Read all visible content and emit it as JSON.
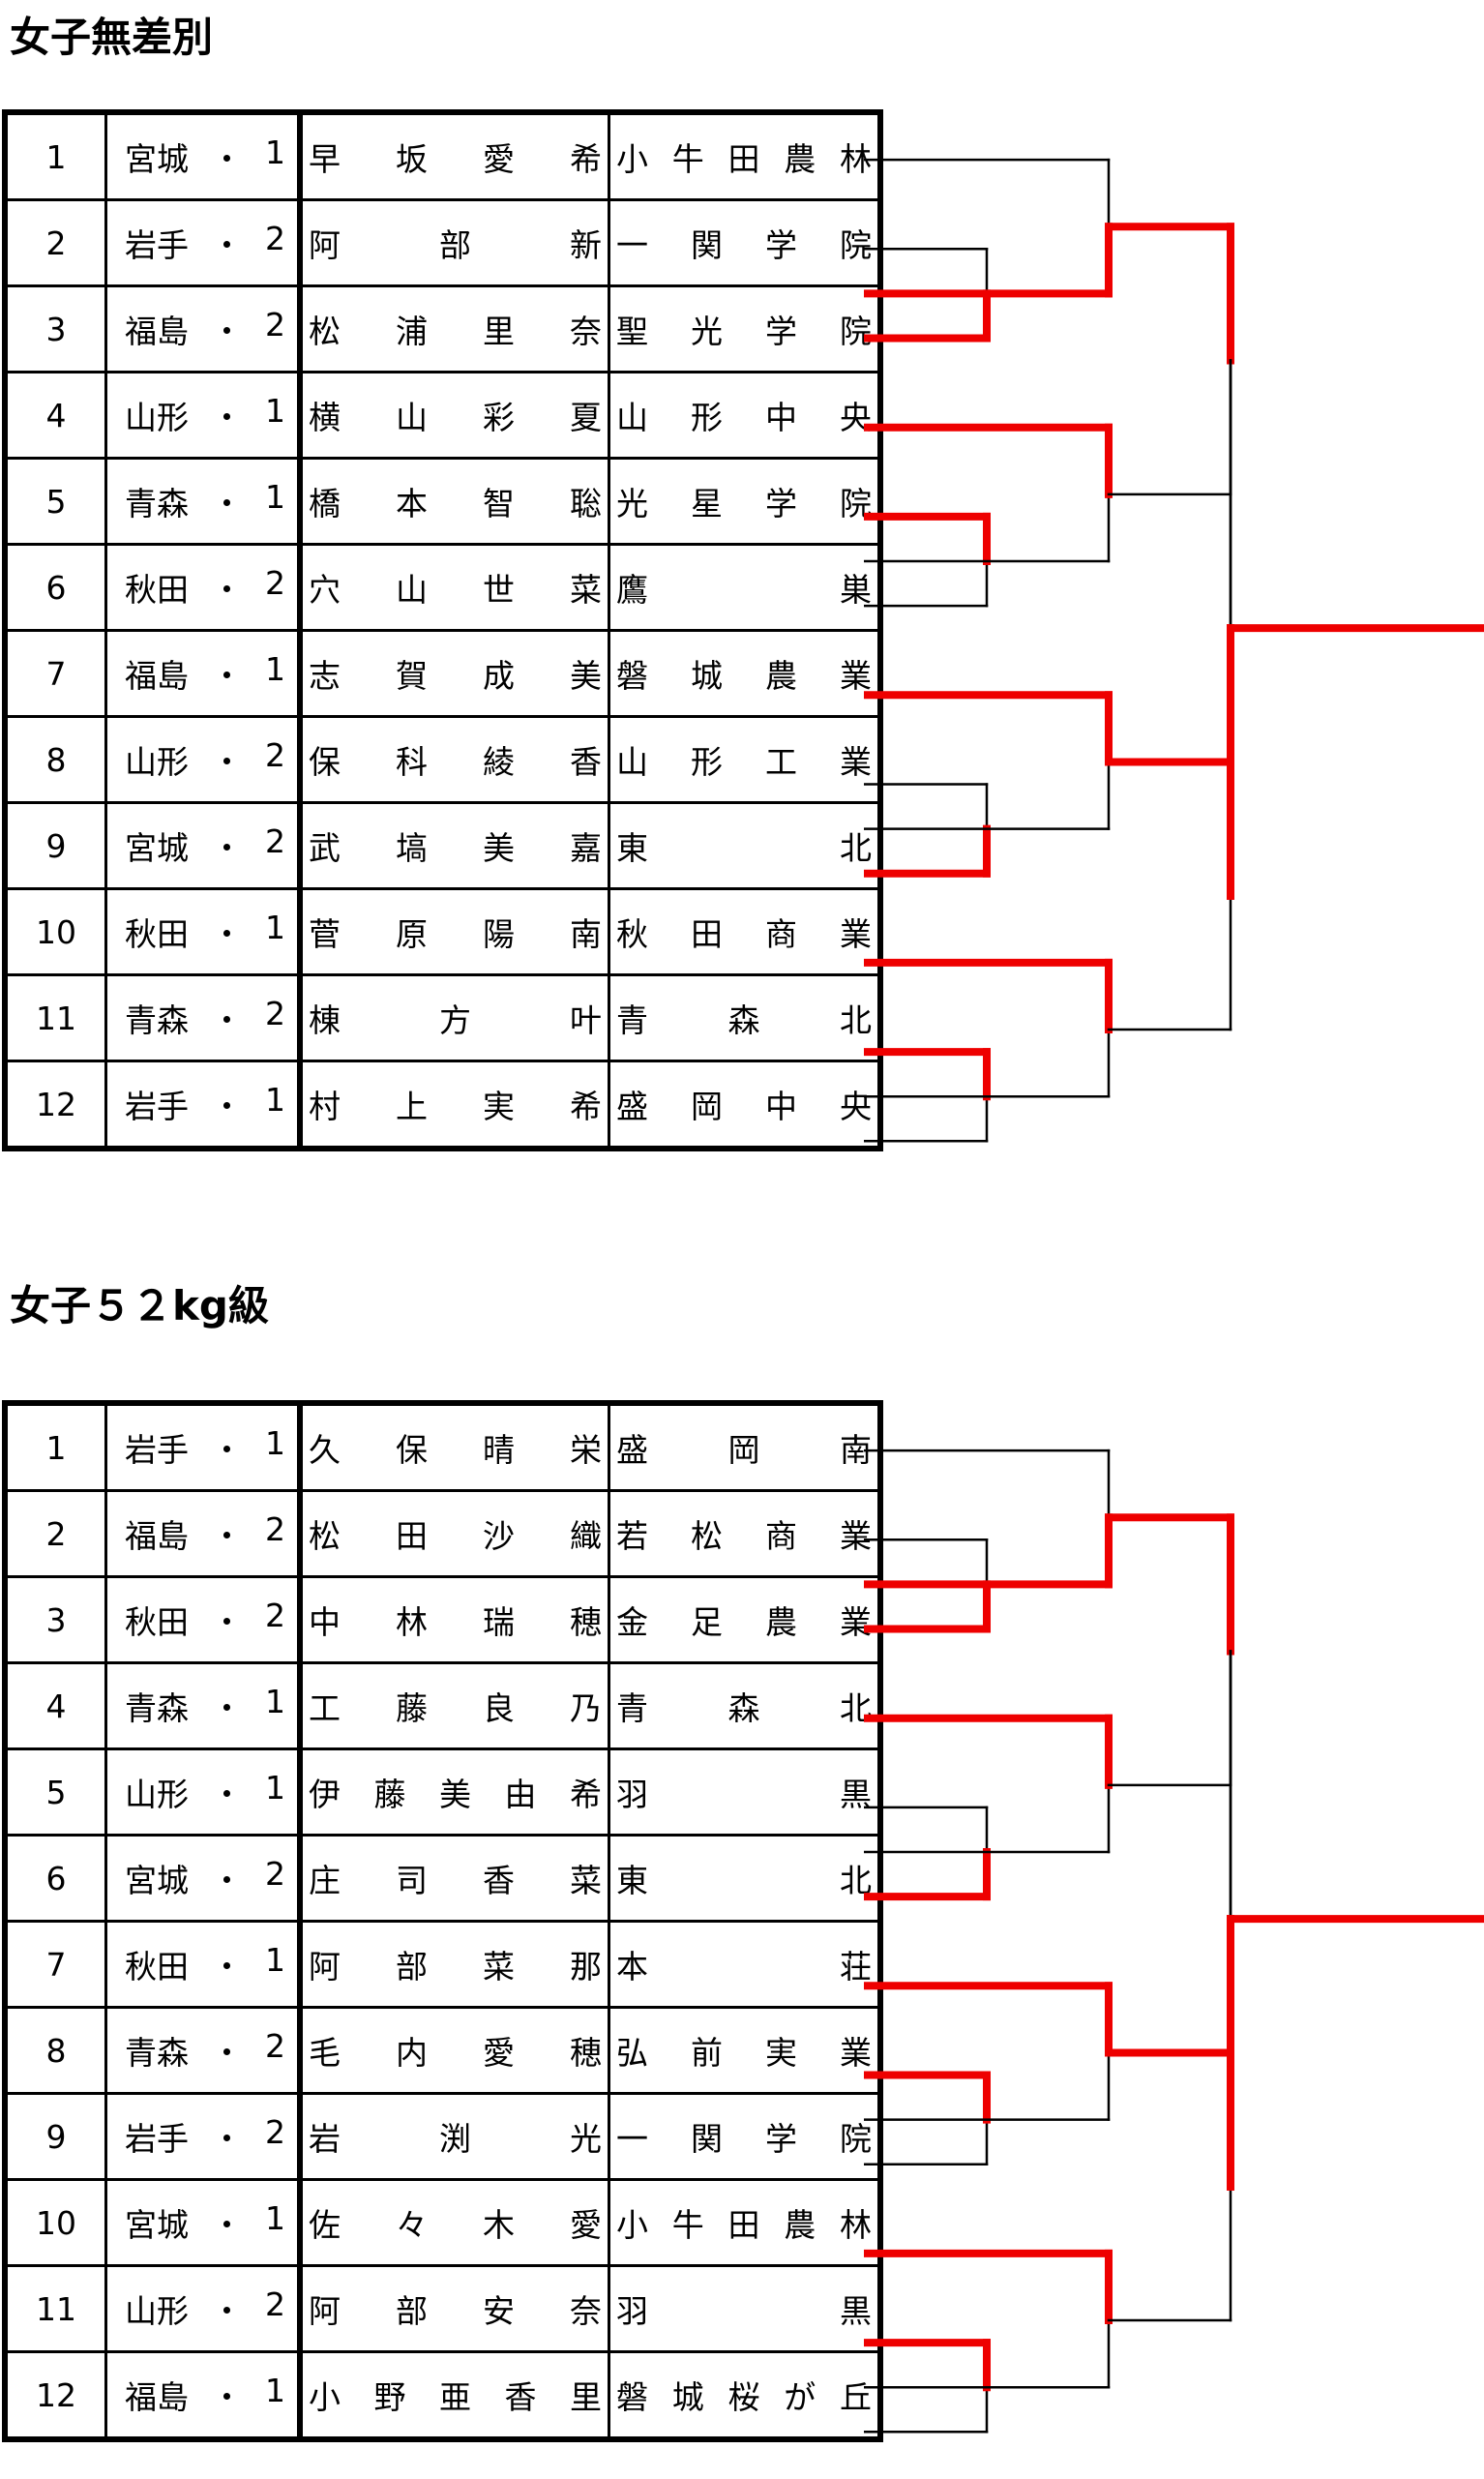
{
  "sections": [
    {
      "title": "女子無差別",
      "rows": [
        {
          "seed": "1",
          "pref": "宮城",
          "grade": "1",
          "name": "早坂愛希",
          "school": "小牛田農林"
        },
        {
          "seed": "2",
          "pref": "岩手",
          "grade": "2",
          "name": "阿部新",
          "school": "一関学院"
        },
        {
          "seed": "3",
          "pref": "福島",
          "grade": "2",
          "name": "松浦里奈",
          "school": "聖光学院"
        },
        {
          "seed": "4",
          "pref": "山形",
          "grade": "1",
          "name": "横山彩夏",
          "school": "山形中央"
        },
        {
          "seed": "5",
          "pref": "青森",
          "grade": "1",
          "name": "橋本智聡",
          "school": "光星学院"
        },
        {
          "seed": "6",
          "pref": "秋田",
          "grade": "2",
          "name": "穴山世菜",
          "school": "鷹巣"
        },
        {
          "seed": "7",
          "pref": "福島",
          "grade": "1",
          "name": "志賀成美",
          "school": "磐城農業"
        },
        {
          "seed": "8",
          "pref": "山形",
          "grade": "2",
          "name": "保科綾香",
          "school": "山形工業"
        },
        {
          "seed": "9",
          "pref": "宮城",
          "grade": "2",
          "name": "武塙美嘉",
          "school": "東北"
        },
        {
          "seed": "10",
          "pref": "秋田",
          "grade": "1",
          "name": "菅原陽南",
          "school": "秋田商業"
        },
        {
          "seed": "11",
          "pref": "青森",
          "grade": "2",
          "name": "棟方叶",
          "school": "青森北"
        },
        {
          "seed": "12",
          "pref": "岩手",
          "grade": "1",
          "name": "村上実希",
          "school": "盛岡中央"
        }
      ],
      "winners": {
        "r1": [
          "3",
          "5",
          "9",
          "11"
        ],
        "qf": [
          "3",
          "4",
          "7",
          "10"
        ],
        "sf": [
          "3",
          "7"
        ],
        "final": "7"
      }
    },
    {
      "title": "女子５２kg級",
      "rows": [
        {
          "seed": "1",
          "pref": "岩手",
          "grade": "1",
          "name": "久保晴栄",
          "school": "盛岡南"
        },
        {
          "seed": "2",
          "pref": "福島",
          "grade": "2",
          "name": "松田沙織",
          "school": "若松商業"
        },
        {
          "seed": "3",
          "pref": "秋田",
          "grade": "2",
          "name": "中林瑞穂",
          "school": "金足農業"
        },
        {
          "seed": "4",
          "pref": "青森",
          "grade": "1",
          "name": "工藤良乃",
          "school": "青森北"
        },
        {
          "seed": "5",
          "pref": "山形",
          "grade": "1",
          "name": "伊藤美由希",
          "school": "羽黒"
        },
        {
          "seed": "6",
          "pref": "宮城",
          "grade": "2",
          "name": "庄司香菜",
          "school": "東北"
        },
        {
          "seed": "7",
          "pref": "秋田",
          "grade": "1",
          "name": "阿部菜那",
          "school": "本荘"
        },
        {
          "seed": "8",
          "pref": "青森",
          "grade": "2",
          "name": "毛内愛穂",
          "school": "弘前実業"
        },
        {
          "seed": "9",
          "pref": "岩手",
          "grade": "2",
          "name": "岩渕光",
          "school": "一関学院"
        },
        {
          "seed": "10",
          "pref": "宮城",
          "grade": "1",
          "name": "佐々木愛",
          "school": "小牛田農林"
        },
        {
          "seed": "11",
          "pref": "山形",
          "grade": "2",
          "name": "阿部安奈",
          "school": "羽黒"
        },
        {
          "seed": "12",
          "pref": "福島",
          "grade": "1",
          "name": "小野亜香里",
          "school": "磐城桜が丘"
        }
      ],
      "winners": {
        "r1": [
          "3",
          "6",
          "8",
          "11"
        ],
        "qf": [
          "3",
          "4",
          "7",
          "10"
        ],
        "sf": [
          "3",
          "7"
        ],
        "final": "7"
      }
    }
  ],
  "colors": {
    "win_line": "#ee0000",
    "line": "#000000"
  }
}
